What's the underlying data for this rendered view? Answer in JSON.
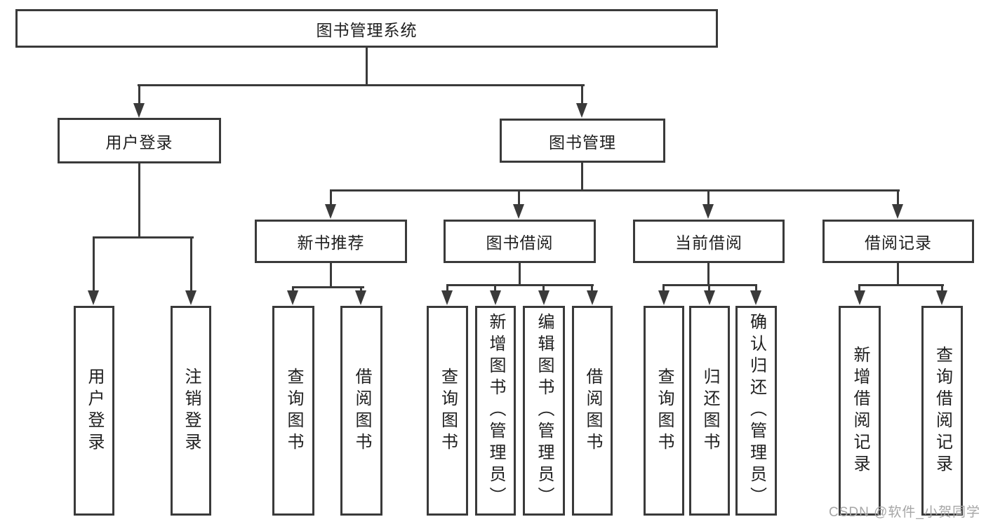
{
  "diagram_type": "hierarchy-tree",
  "tree": {
    "label": "图书管理系统",
    "children": [
      {
        "label": "用户登录",
        "children": [
          {
            "label": "用户登录"
          },
          {
            "label": "注销登录"
          }
        ]
      },
      {
        "label": "图书管理",
        "children": [
          {
            "label": "新书推荐",
            "children": [
              {
                "label": "查询图书"
              },
              {
                "label": "借阅图书"
              }
            ]
          },
          {
            "label": "图书借阅",
            "children": [
              {
                "label": "查询图书"
              },
              {
                "label": "新增图书（管理员）"
              },
              {
                "label": "编辑图书（管理员）"
              },
              {
                "label": "借阅图书"
              }
            ]
          },
          {
            "label": "当前借阅",
            "children": [
              {
                "label": "查询图书"
              },
              {
                "label": "归还图书"
              },
              {
                "label": "确认归还（管理员）"
              }
            ]
          },
          {
            "label": "借阅记录",
            "children": [
              {
                "label": "新增借阅记录"
              },
              {
                "label": "查询借阅记录"
              }
            ]
          }
        ]
      }
    ]
  },
  "watermark": {
    "text": "CSDN @软件_小贺同学"
  },
  "colors": {
    "line": "#3a3a3a",
    "text": "#1f1f1f",
    "background": "#ffffff",
    "watermark": "#a6a6a6"
  }
}
